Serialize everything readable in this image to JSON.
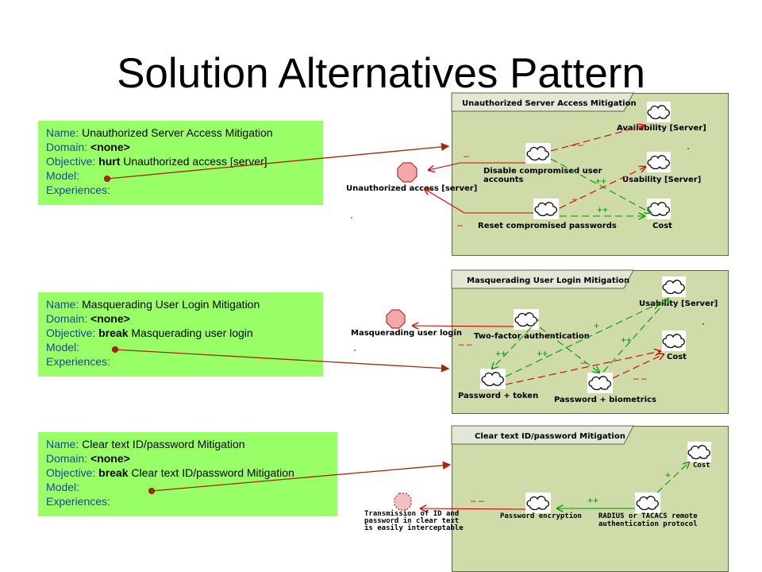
{
  "title": "Solution Alternatives Pattern",
  "labels": {
    "name": "Name:",
    "domain": "Domain:",
    "objective": "Objective:",
    "model": "Model:",
    "experiences": "Experiences:"
  },
  "patterns": [
    {
      "name": "Unauthorized Server Access Mitigation",
      "domain": "<none>",
      "objective_verb": "hurt",
      "objective_target": "Unauthorized access [server]",
      "frame_title": "Unauthorized Server Access Mitigation",
      "goal": "Unauthorized access [server]",
      "nodes": [
        "Availability [Server]",
        "Usability [Server]",
        "Cost",
        "Disable compromised user",
        "accounts",
        "Reset compromised passwords"
      ],
      "contributions": [
        "–",
        "– –",
        "++",
        "–",
        "++",
        "–"
      ]
    },
    {
      "name": "Masquerading User Login Mitigation",
      "domain": "<none>",
      "objective_verb": "break",
      "objective_target": "Masquerading user login",
      "frame_title": "Masquerading User Login Mitigation",
      "goal": "Masquerading user login",
      "nodes": [
        "Usability [Server]",
        "Cost",
        "Two-factor authentication",
        "Password + token",
        "Password + biometrics"
      ],
      "contributions": [
        "+",
        "++",
        "– –",
        "++",
        "++",
        "–",
        "– –"
      ]
    },
    {
      "name": "Clear text ID/password Mitigation",
      "domain": "<none>",
      "objective_verb": "break",
      "objective_target": "Clear text ID/password Mitigation",
      "frame_title": "Clear text ID/password Mitigation",
      "goal_lines": [
        "Transmission of ID and",
        "password in clear text",
        "is easily interceptable"
      ],
      "nodes": [
        "Cost",
        "Password encryption",
        "RADIUS or TACACS remote",
        "authentication protocol"
      ],
      "contributions": [
        "+",
        "– –",
        "++"
      ]
    }
  ],
  "colors": {
    "pattern_box": "#99ff66",
    "frame": "#cfdcaa",
    "red_link": "#cc0000",
    "green_link": "#009900",
    "pointer": "#a0280a"
  }
}
